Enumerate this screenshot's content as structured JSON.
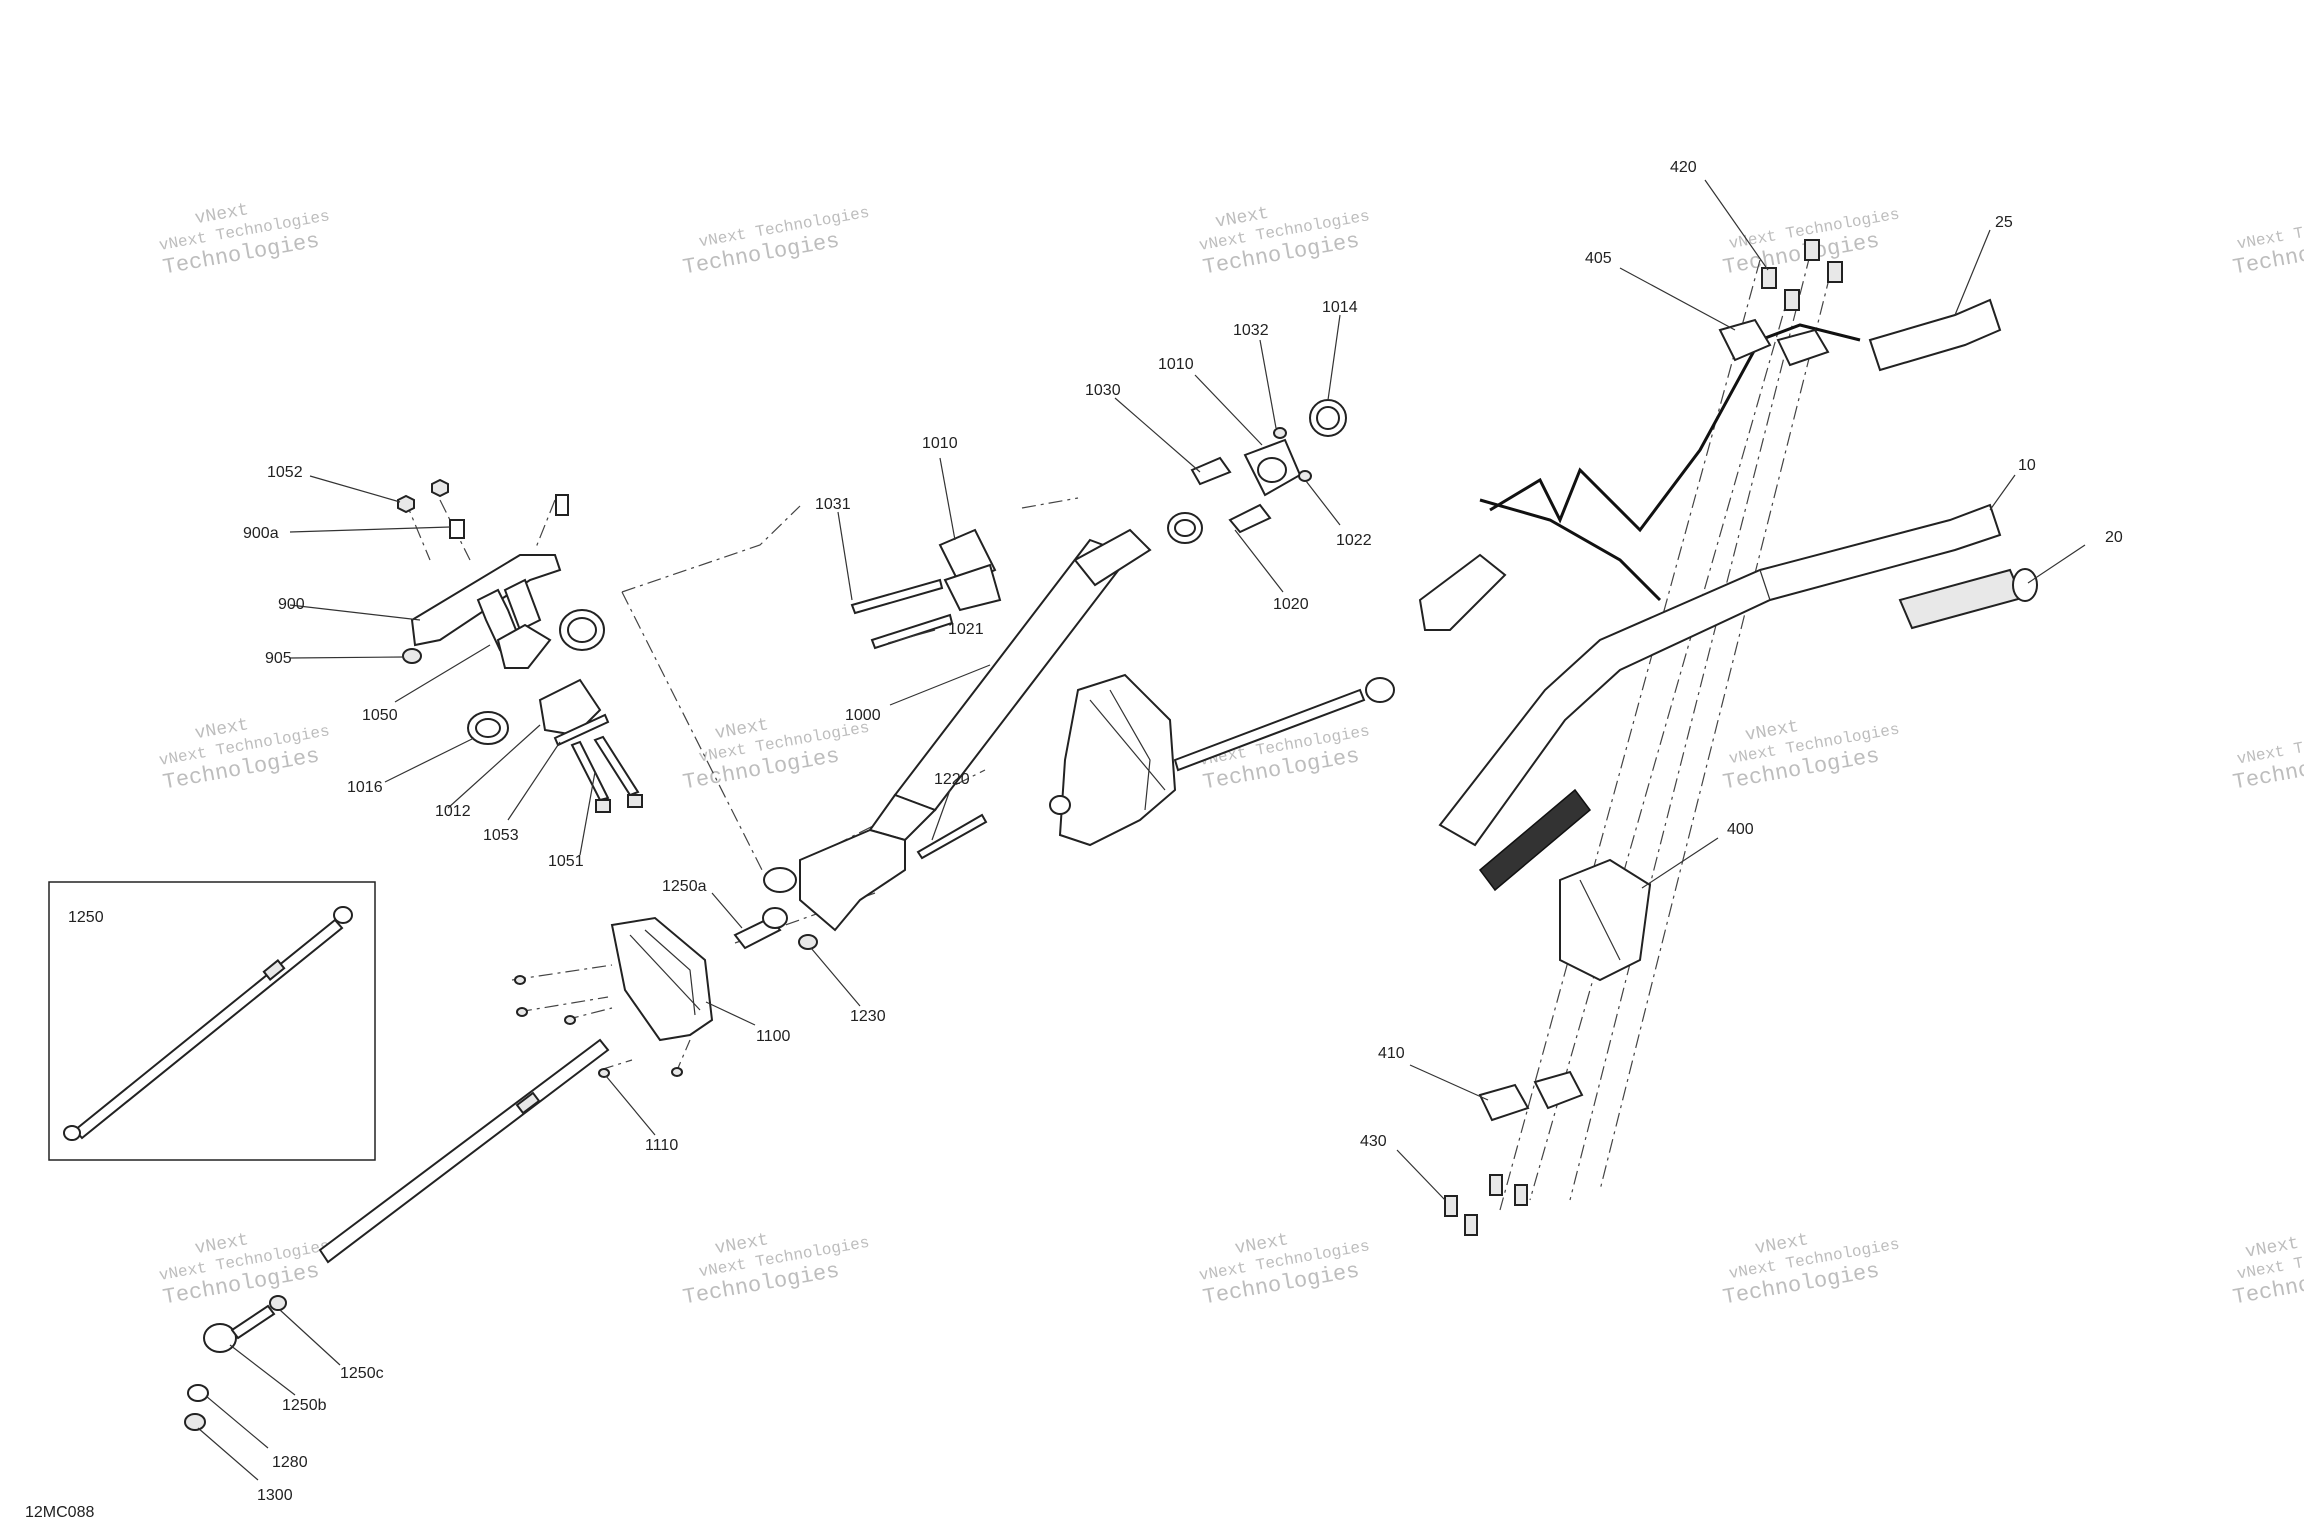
{
  "diagram": {
    "code": "12MC088",
    "inset_label": "1250",
    "watermark_line1": "vNext Technologies",
    "watermark_line2": "Technologies",
    "watermark_short": "vNext",
    "callouts": {
      "c1052": "1052",
      "c900a": "900a",
      "c900": "900",
      "c905": "905",
      "c1050": "1050",
      "c1016": "1016",
      "c1012": "1012",
      "c1053": "1053",
      "c1051": "1051",
      "c1031": "1031",
      "c1010a": "1010",
      "c1021": "1021",
      "c1000": "1000",
      "c1030": "1030",
      "c1010b": "1010",
      "c1032": "1032",
      "c1014": "1014",
      "c1022": "1022",
      "c1020": "1020",
      "c1220": "1220",
      "c1250a": "1250a",
      "c1230": "1230",
      "c1100": "1100",
      "c1110": "1110",
      "c1250c": "1250c",
      "c1250b": "1250b",
      "c1280": "1280",
      "c1300": "1300",
      "c420": "420",
      "c405": "405",
      "c25": "25",
      "c10": "10",
      "c20": "20",
      "c400": "400",
      "c410": "410",
      "c430": "430"
    }
  }
}
